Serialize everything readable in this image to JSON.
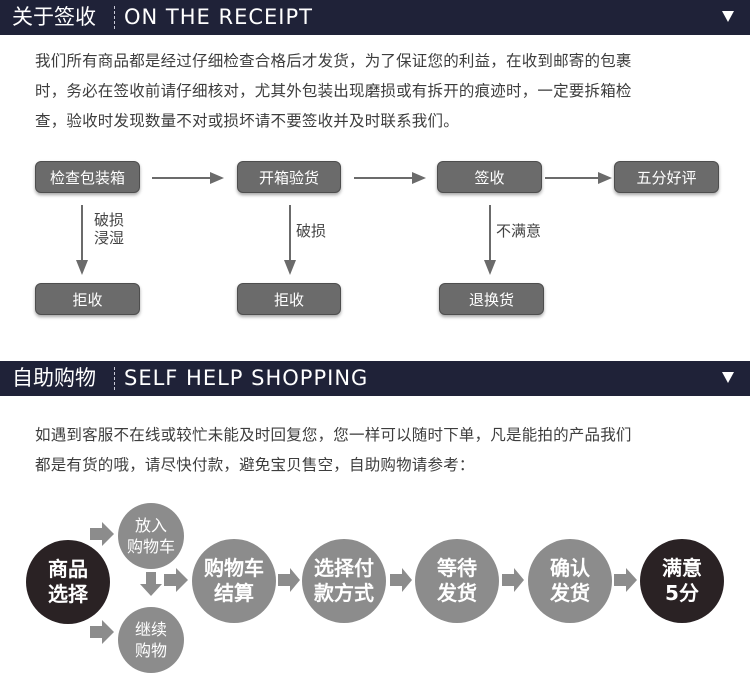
{
  "section1": {
    "title_cn": "关于签收",
    "title_en": "ON THE RECEIPT",
    "paragraph_lines": [
      "我们所有商品都是经过仔细检查合格后才发货，为了保证您的利益，在收到邮寄的包裹",
      "时，务必在签收前请仔细核对，尤其外包装出现磨损或有拆开的痕迹时，一定要拆箱检",
      "查，验收时发现数量不对或损坏请不要签收并及时联系我们。"
    ],
    "flow": {
      "top_boxes": [
        "检查包装箱",
        "开箱验货",
        "签收",
        "五分好评"
      ],
      "bottom_boxes": [
        "拒收",
        "拒收",
        "退换货"
      ],
      "notes": [
        "破损\n浸湿",
        "破损",
        "不满意"
      ]
    }
  },
  "section2": {
    "title_cn": "自助购物",
    "title_en": "SELF HELP SHOPPING",
    "paragraph_lines": [
      "如遇到客服不在线或较忙未能及时回复您，您一样可以随时下单，凡是能拍的产品我们",
      "都是有货的哦，请尽快付款，避免宝贝售空，自助购物请参考："
    ],
    "steps": {
      "start": "商品\n选择",
      "add_cart": "放入\n购物车",
      "continue": "继续\n购物",
      "checkout": "购物车\n结算",
      "pay": "选择付\n款方式",
      "wait": "等待\n发货",
      "confirm": "确认\n发货",
      "rate": "满意\n5分"
    }
  }
}
